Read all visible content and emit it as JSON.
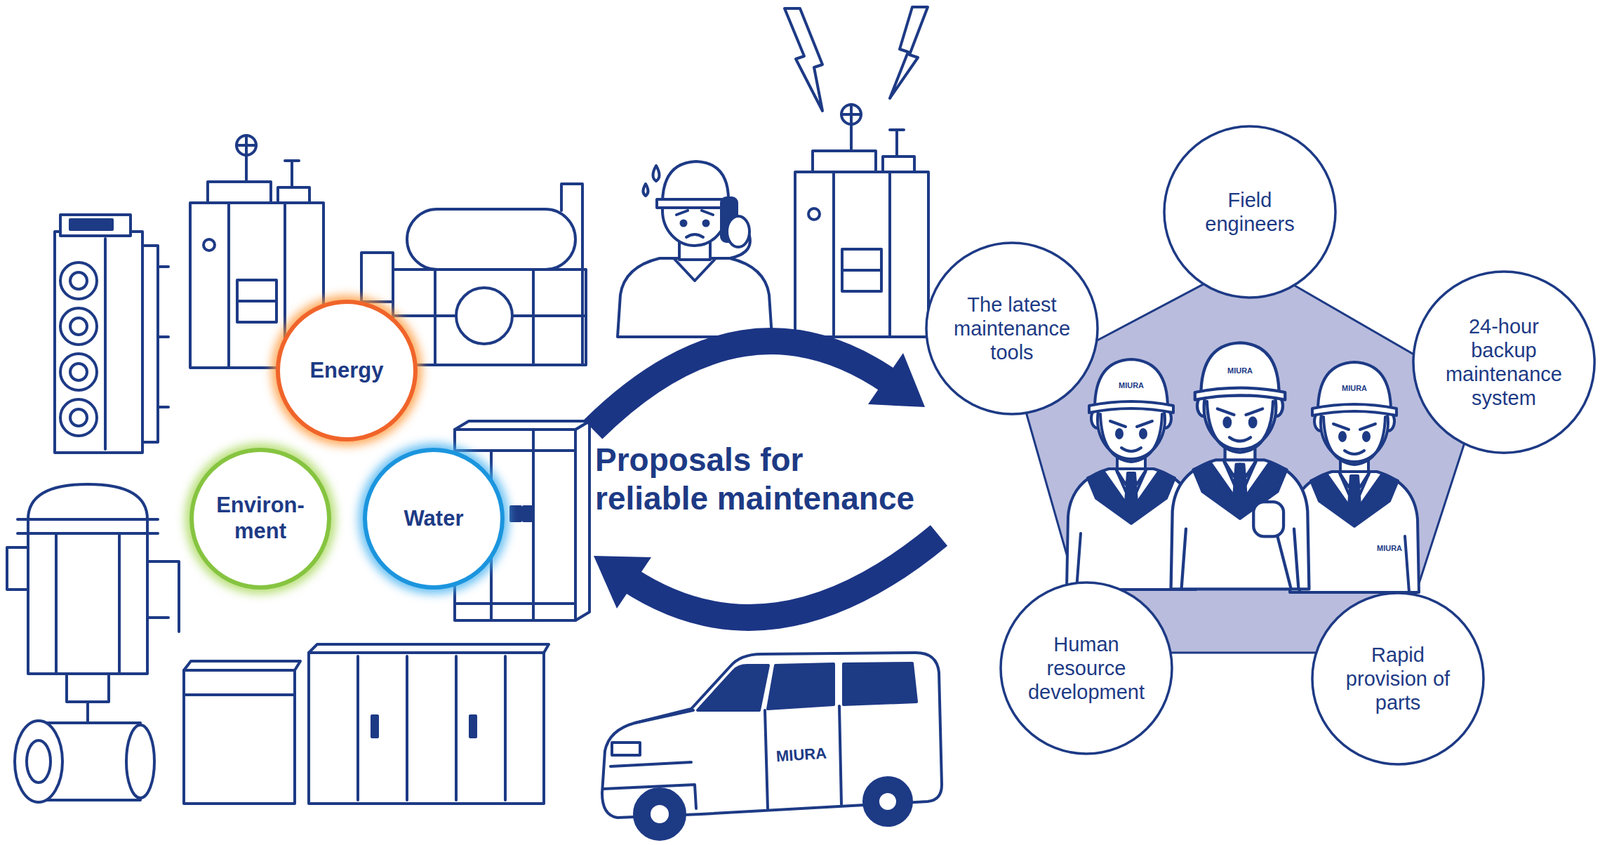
{
  "diagram": {
    "nodes": [
      {
        "text": [
          "Energy"
        ]
      },
      {
        "text": [
          "Environ- ment"
        ]
      },
      {
        "text": [
          "Water"
        ]
      },
      {
        "text": [
          "Field engineers"
        ]
      },
      {
        "text": [
          "The latest maintenance tools"
        ]
      },
      {
        "text": [
          "24-hour backup maintenance system"
        ]
      },
      {
        "text": [
          "Human resource development"
        ]
      },
      {
        "text": [
          "Rapid provision of parts"
        ]
      }
    ],
    "labels": [
      "Proposals for reliable maintenance",
      "MIURA",
      "MIURA",
      "MIURA",
      "MIURA",
      "MIURA"
    ]
  }
}
